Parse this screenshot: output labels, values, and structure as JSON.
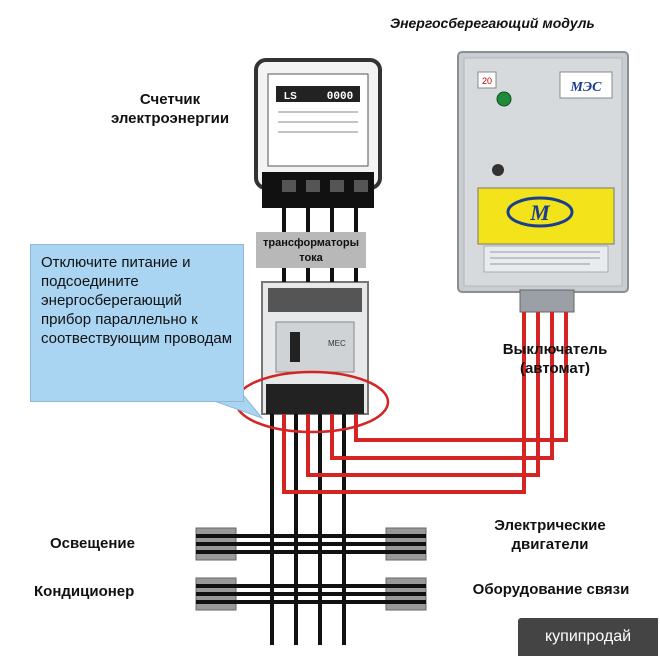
{
  "module": {
    "title": "Энергосберегающий модуль",
    "badge": "20",
    "logo_text": "МЭС",
    "panel_letter": "М"
  },
  "meter": {
    "label": "Счетчик электроэнергии",
    "brand": "LS",
    "digits": "0000"
  },
  "current_transformers": {
    "label": "трансформаторы тока"
  },
  "callout": {
    "text": "Отключите питание и подсоедините энергосберегающий прибор параллельно к соотвествующим проводам"
  },
  "breaker": {
    "label": "Выключатель (автомат)",
    "brand": "MEC"
  },
  "loads": {
    "lighting": "Освещение",
    "air_conditioner": "Кондиционер",
    "motors": "Электрические двигатели",
    "communication": "Оборудование связи"
  },
  "watermark": "купипродай",
  "colors": {
    "wire_black": "#111111",
    "wire_red": "#d42424",
    "callout_bg": "#a9d4f2",
    "module_body": "#c9cdd2",
    "highlight_ring": "#d42424"
  }
}
